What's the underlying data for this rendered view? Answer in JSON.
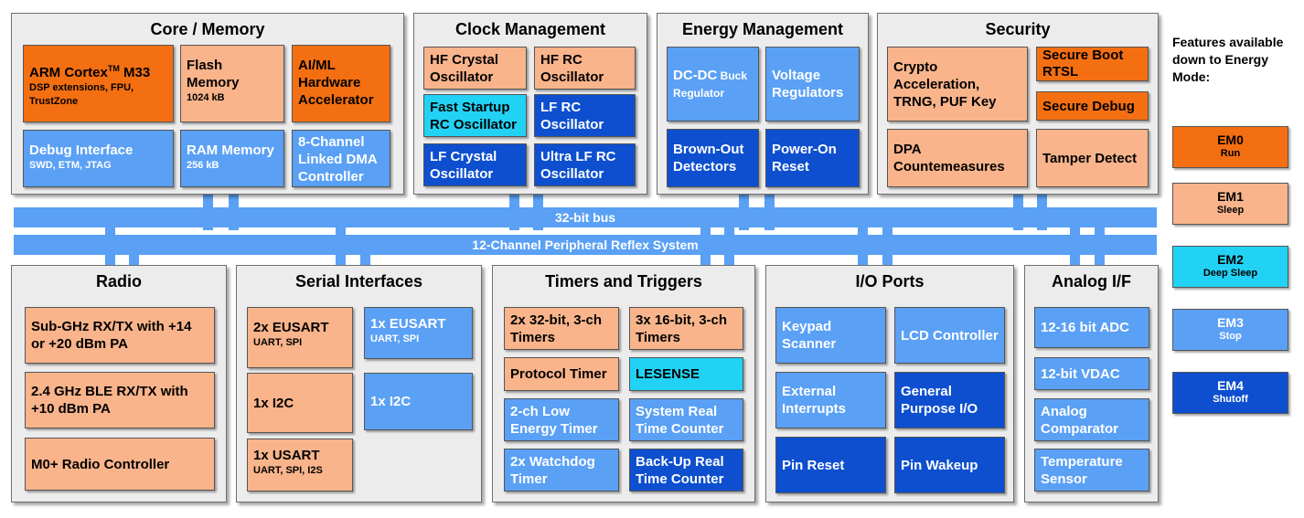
{
  "buses": {
    "bus32": "32-bit bus",
    "prs": "12-Channel Peripheral Reflex System"
  },
  "panels": {
    "core": {
      "title": "Core / Memory",
      "arm_name": "ARM Cortex",
      "arm_tm": "TM",
      "arm_model": " M33",
      "arm_sub": "DSP extensions, FPU, TrustZone",
      "flash": "Flash Memory",
      "flash_sub": "1024 kB",
      "ai": "AI/ML Hardware Accelerator",
      "debug": "Debug Interface",
      "debug_sub": "SWD, ETM, JTAG",
      "ram": "RAM Memory",
      "ram_sub": "256 kB",
      "dma": "8-Channel Linked DMA Controller"
    },
    "clock": {
      "title": "Clock Management",
      "hfxo": "HF Crystal Oscillator",
      "hfrco": "HF RC Oscillator",
      "fast": "Fast Startup RC Oscillator",
      "lfrco": "LF RC Oscillator",
      "lfxo": "LF Crystal Oscillator",
      "ulfrco": "Ultra LF RC Oscillator"
    },
    "energy": {
      "title": "Energy Management",
      "dcdc_main": "DC-DC",
      "dcdc_small1": " Buck",
      "dcdc_small2": "Regulator",
      "vreg": "Voltage Regulators",
      "bod": "Brown-Out Detectors",
      "por": "Power-On Reset"
    },
    "security": {
      "title": "Security",
      "crypto": "Crypto Acceleration, TRNG, PUF Key",
      "secboot": "Secure Boot RTSL",
      "secdebug": "Secure Debug",
      "dpa": "DPA Countemeasures",
      "tamper": "Tamper Detect"
    },
    "radio": {
      "title": "Radio",
      "subghz": "Sub-GHz RX/TX with +14 or +20 dBm PA",
      "ble": "2.4 GHz BLE RX/TX with +10 dBm PA",
      "m0": "M0+ Radio Controller"
    },
    "serial": {
      "title": "Serial Interfaces",
      "eusart2": "2x EUSART",
      "eusart2_sub": "UART, SPI",
      "eusart1": "1x EUSART",
      "eusart1_sub": "UART, SPI",
      "i2c_a": "1x I2C",
      "i2c_b": "1x I2C",
      "usart": "1x USART",
      "usart_sub": "UART, SPI, I2S"
    },
    "timers": {
      "title": "Timers and Triggers",
      "t32": "2x 32-bit, 3-ch Timers",
      "t16": "3x 16-bit, 3-ch Timers",
      "protocol": "Protocol Timer",
      "lesense": "LESENSE",
      "letimer": "2-ch Low Energy Timer",
      "sysrtc": "System Real Time Counter",
      "wdog": "2x Watchdog Timer",
      "burtc": "Back-Up Real Time Counter"
    },
    "io": {
      "title": "I/O Ports",
      "keypad": "Keypad Scanner",
      "lcd": "LCD Controller",
      "extint": "External Interrupts",
      "gpio": "General Purpose I/O",
      "pinreset": "Pin Reset",
      "pinwakeup": "Pin Wakeup"
    },
    "analog": {
      "title": "Analog I/F",
      "adc": "12-16 bit ADC",
      "vdac": "12-bit VDAC",
      "acmp": "Analog Comparator",
      "temp": "Temperature Sensor"
    }
  },
  "legend": {
    "title": "Features available down to Energy Mode:",
    "items": [
      {
        "mode": "EM0",
        "label": "Run",
        "color": "#f46f12"
      },
      {
        "mode": "EM1",
        "label": "Sleep",
        "color": "#f9b48b"
      },
      {
        "mode": "EM2",
        "label": "Deep Sleep",
        "color": "#22d2f5"
      },
      {
        "mode": "EM3",
        "label": "Stop",
        "color": "#5aa0f5"
      },
      {
        "mode": "EM4",
        "label": "Shutoff",
        "color": "#0d4fcf"
      }
    ]
  }
}
